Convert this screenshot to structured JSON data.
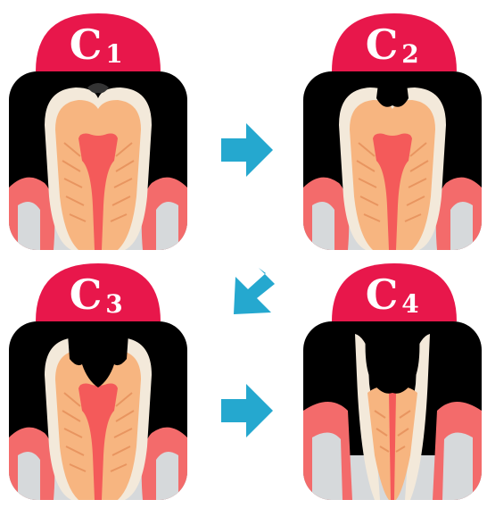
{
  "stages": [
    {
      "id": "c1",
      "letter": "C",
      "sub": "1"
    },
    {
      "id": "c2",
      "letter": "C",
      "sub": "2"
    },
    {
      "id": "c3",
      "letter": "C",
      "sub": "3"
    },
    {
      "id": "c4",
      "letter": "C",
      "sub": "4"
    }
  ],
  "colors": {
    "badge": "#e8174b",
    "frame": "#000000",
    "enamel": "#f3e9da",
    "dentin": "#f7b580",
    "dentin_lines": "#e89560",
    "pulp": "#f45a5a",
    "gum": "#f36b6b",
    "gum_light": "#f8a3a3",
    "bone": "#d6d9db",
    "arrow": "#25a8cf"
  },
  "icons": [
    "arrow-right-icon",
    "arrow-down-left-icon",
    "arrow-right-icon"
  ]
}
